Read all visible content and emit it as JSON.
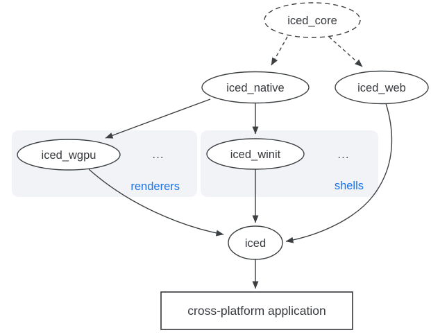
{
  "diagram": {
    "nodes": {
      "iced_core": {
        "label": "iced_core",
        "shape": "ellipse",
        "border": "dashed"
      },
      "iced_native": {
        "label": "iced_native",
        "shape": "ellipse",
        "border": "solid"
      },
      "iced_web": {
        "label": "iced_web",
        "shape": "ellipse",
        "border": "solid"
      },
      "iced_wgpu": {
        "label": "iced_wgpu",
        "shape": "ellipse",
        "border": "solid"
      },
      "iced_winit": {
        "label": "iced_winit",
        "shape": "ellipse",
        "border": "solid"
      },
      "iced": {
        "label": "iced",
        "shape": "ellipse",
        "border": "solid"
      },
      "application": {
        "label": "cross-platform application",
        "shape": "rect",
        "border": "solid"
      }
    },
    "clusters": {
      "renderers": {
        "label": "renderers",
        "ellipsis": "...",
        "members": [
          "iced_wgpu"
        ]
      },
      "shells": {
        "label": "shells",
        "ellipsis": "...",
        "members": [
          "iced_winit"
        ]
      }
    },
    "edges": [
      {
        "from": "iced_core",
        "to": "iced_native",
        "style": "dashed"
      },
      {
        "from": "iced_core",
        "to": "iced_web",
        "style": "dashed"
      },
      {
        "from": "iced_native",
        "to": "iced_wgpu",
        "style": "solid"
      },
      {
        "from": "iced_native",
        "to": "iced_winit",
        "style": "solid"
      },
      {
        "from": "iced_wgpu",
        "to": "iced",
        "style": "solid"
      },
      {
        "from": "iced_winit",
        "to": "iced",
        "style": "solid"
      },
      {
        "from": "iced_web",
        "to": "iced",
        "style": "solid"
      },
      {
        "from": "iced",
        "to": "application",
        "style": "solid"
      }
    ],
    "colors": {
      "cluster_label": "#1a73e8",
      "cluster_fill": "#f2f3f6",
      "stroke": "#3c4043",
      "text": "#35383c",
      "background": "#ffffff"
    }
  }
}
